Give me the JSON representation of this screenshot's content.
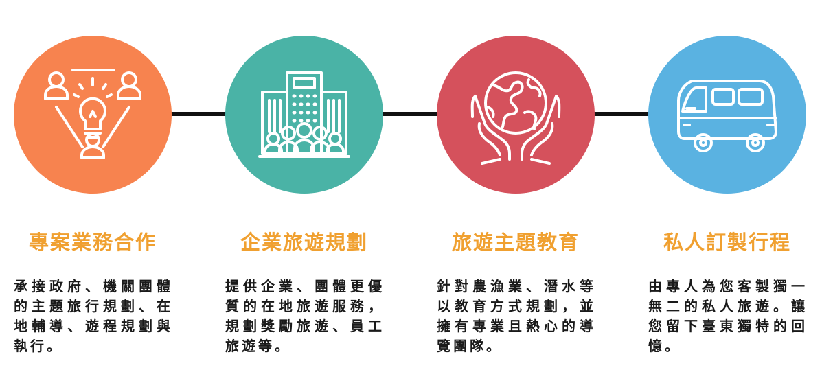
{
  "colors": {
    "connector": "#111111",
    "title": "#f0a030",
    "text": "#1a1a1a",
    "icon_stroke": "#ffffff"
  },
  "steps": [
    {
      "title": "專案業務合作",
      "description": "承接政府、機關團體的主題旅行規劃、在地輔導、遊程規劃與執行。",
      "color": "#f7834f",
      "icon": "collaboration-lightbulb-icon"
    },
    {
      "title": "企業旅遊規劃",
      "description": "提供企業、團體更優質的在地旅遊服務，規劃獎勵旅遊、員工旅遊等。",
      "color": "#4ab3a6",
      "icon": "corporate-building-group-icon"
    },
    {
      "title": "旅遊主題教育",
      "description": "針對農漁業、潛水等以教育方式規劃，並擁有專業且熱心的導覽團隊。",
      "color": "#d5515c",
      "icon": "globe-in-hands-icon"
    },
    {
      "title": "私人訂製行程",
      "description": "由專人為您客製獨一無二的私人旅遊。讓您留下臺東獨特的回憶。",
      "color": "#5ab2e1",
      "icon": "tour-van-icon"
    }
  ]
}
